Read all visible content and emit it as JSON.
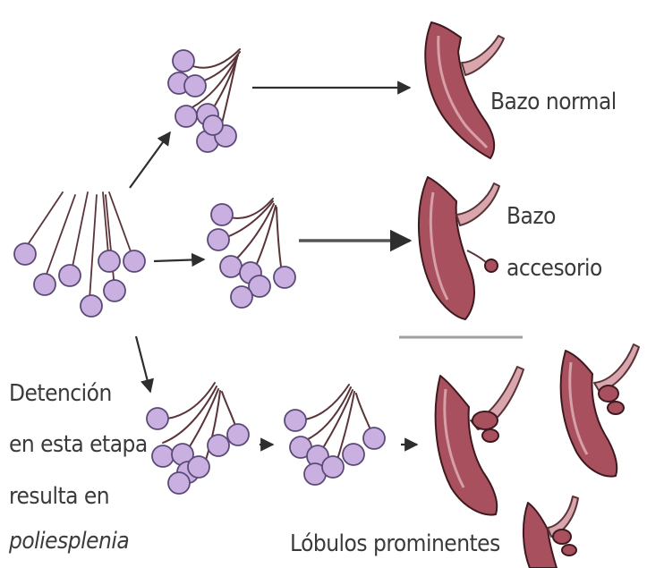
{
  "labels": {
    "normal": "Bazo normal",
    "accessory_line1": "Bazo",
    "accessory_line2": "accesorio",
    "arrest_line1": "Detención",
    "arrest_line2": "en esta etapa",
    "arrest_line3": "resulta en",
    "arrest_line4": "poliesplenia",
    "lobules": "Lóbulos prominentes"
  },
  "colors": {
    "nodule_fill": "#c9b0e0",
    "nodule_stroke": "#5b4a77",
    "vessel_fill": "#d9a6ad",
    "vessel_stroke": "#5a3438",
    "spleen_fill": "#a8505e",
    "spleen_highlight": "#d7a0a8",
    "spleen_stroke": "#3e1a1f",
    "arrow": "#2e2e2e",
    "separator": "#a0a0a0"
  }
}
